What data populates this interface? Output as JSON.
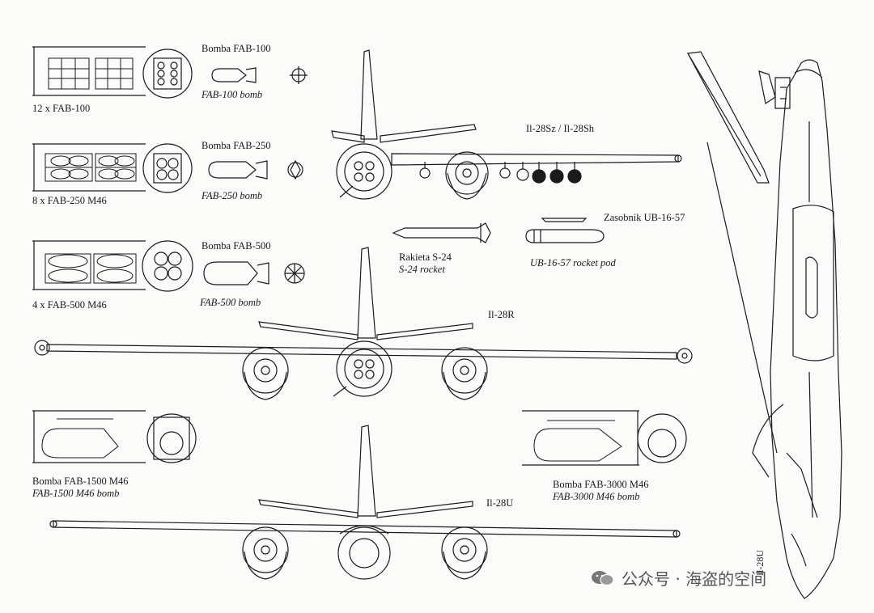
{
  "bombs": {
    "fab100": {
      "label_pl": "Bomba FAB-100",
      "label_en": "FAB-100 bomb",
      "load": "12 x FAB-100"
    },
    "fab250": {
      "label_pl": "Bomba FAB-250",
      "label_en": "FAB-250 bomb",
      "load": "8 x FAB-250 M46"
    },
    "fab500": {
      "label_pl": "Bomba FAB-500",
      "label_en": "FAB-500 bomb",
      "load": "4 x FAB-500 M46"
    },
    "fab1500": {
      "label_pl": "Bomba FAB-1500 M46",
      "label_en": "FAB-1500 M46 bomb"
    },
    "fab3000": {
      "label_pl": "Bomba FAB-3000 M46",
      "label_en": "FAB-3000 M46 bomb"
    }
  },
  "rockets": {
    "s24": {
      "label_pl": "Rakieta S-24",
      "label_en": "S-24 rocket"
    },
    "ub16": {
      "label_pl": "Zasobnik UB-16-57",
      "label_en": "UB-16-57 rocket pod"
    }
  },
  "variants": {
    "sz": "Il-28Sz / Il-28Sh",
    "r": "Il-28R",
    "u": "Il-28U",
    "u_side": "Il-28U"
  },
  "watermark": {
    "text": "公众号 · 海盗的空间",
    "icon": "wechat-icon"
  }
}
